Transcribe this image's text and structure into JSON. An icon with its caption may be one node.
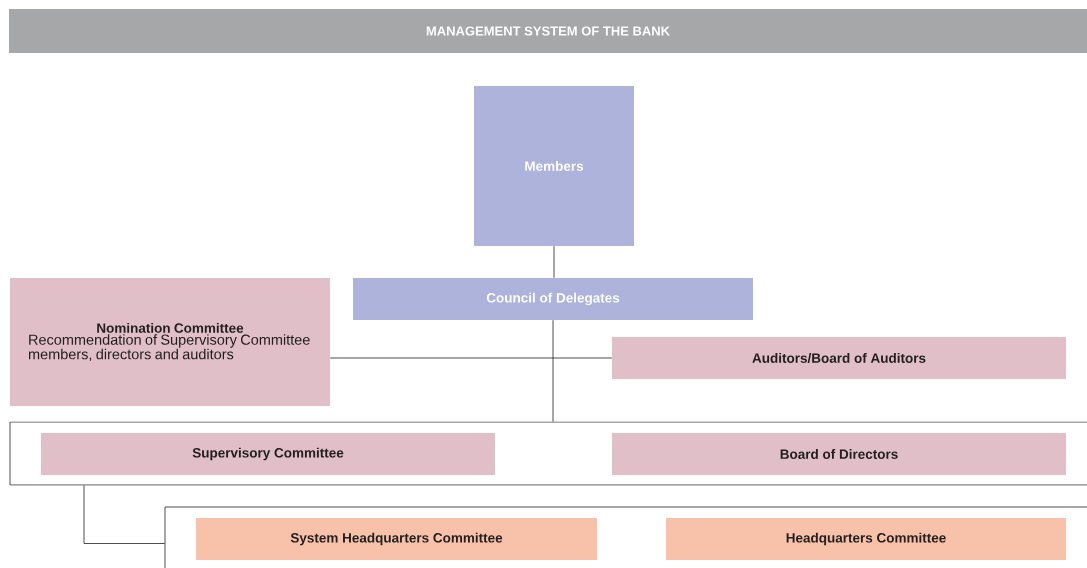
{
  "diagram": {
    "title": "MANAGEMENT SYSTEM OF THE BANK",
    "nodes": [
      {
        "text": [
          "Members"
        ]
      },
      {
        "text": [
          "Council of Delegates"
        ]
      },
      {
        "text": [
          "Nomination Committee",
          "Recommendation of Supervisory Committee members, directors and auditors"
        ]
      },
      {
        "text": [
          "Auditors/Board of Auditors"
        ]
      },
      {
        "text": [],
        "shape": "box"
      },
      {
        "text": [
          "Supervisory Committee"
        ],
        "in": 4
      },
      {
        "text": [
          "Board of Directors"
        ],
        "in": 4
      },
      {
        "text": [],
        "shape": "box"
      },
      {
        "text": [
          "System Headquarters Committee"
        ],
        "in": 7
      },
      {
        "text": [
          "Headquarters Committee"
        ],
        "in": 7
      }
    ],
    "edges": [
      {
        "from": 0,
        "to": 1,
        "arrow": "none"
      },
      {
        "from": 1,
        "to": 4,
        "arrow": "none"
      },
      {
        "from": 2,
        "to": 3,
        "arrow": "none"
      },
      {
        "from": 4,
        "to": 7,
        "arrow": "none"
      }
    ]
  }
}
